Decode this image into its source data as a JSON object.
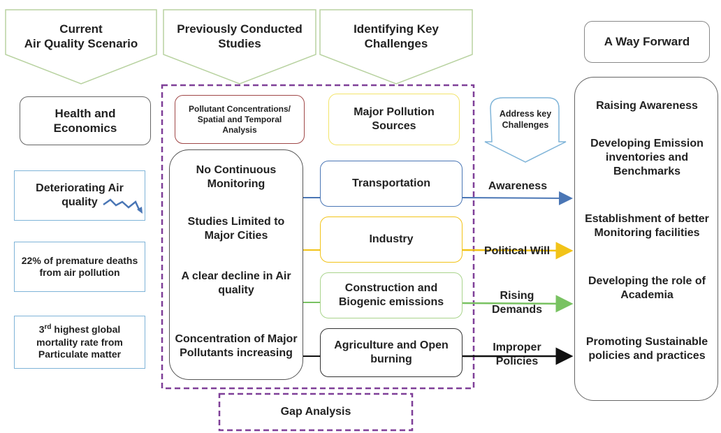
{
  "header": {
    "current_line1": "Current",
    "current_line2": "Air Quality Scenario",
    "previous_line1": "Previously Conducted",
    "previous_line2": "Studies",
    "identify_line1": "Identifying Key",
    "identify_line2": "Challenges",
    "way_forward": "A Way Forward"
  },
  "left": {
    "health": "Health and Economics",
    "deteriorating": "Deteriorating Air quality",
    "premature": "22% of premature deaths from air pollution",
    "mortality_rank_num": "3",
    "mortality_rank_sup": "rd",
    "mortality_rest": "highest global mortality rate from Particulate matter"
  },
  "studies": {
    "header": "Pollutant Concentrations/ Spatial and Temporal Analysis",
    "items": [
      "No Continuous Monitoring",
      "Studies Limited to Major Cities",
      "A clear decline in Air quality",
      "Concentration of Major Pollutants increasing"
    ]
  },
  "sources": {
    "header": "Major Pollution Sources",
    "items": [
      "Transportation",
      "Industry",
      "Construction and Biogenic emissions",
      "Agriculture and Open burning"
    ]
  },
  "address": "Address key Challenges",
  "arrow_labels": [
    "Awareness",
    "Political Will",
    "Rising Demands",
    "Improper Policies"
  ],
  "way_forward_items": [
    "Raising Awareness",
    "Developing Emission inventories and Benchmarks",
    "Establishment of better Monitoring facilities",
    "Developing the role of Academia",
    "Promoting Sustainable policies and practices"
  ],
  "gap_analysis": "Gap Analysis",
  "colors": {
    "blue": "#4a76b5",
    "yellow": "#f2c318",
    "green": "#79c262",
    "black": "#111111",
    "purple": "#7f3f98",
    "red_brown": "#a04848",
    "light_blue": "#7fb4d8",
    "pentagon_green": "#b8d2a0",
    "yellow_border": "#f3e46a",
    "green_border": "#a9d48c"
  }
}
